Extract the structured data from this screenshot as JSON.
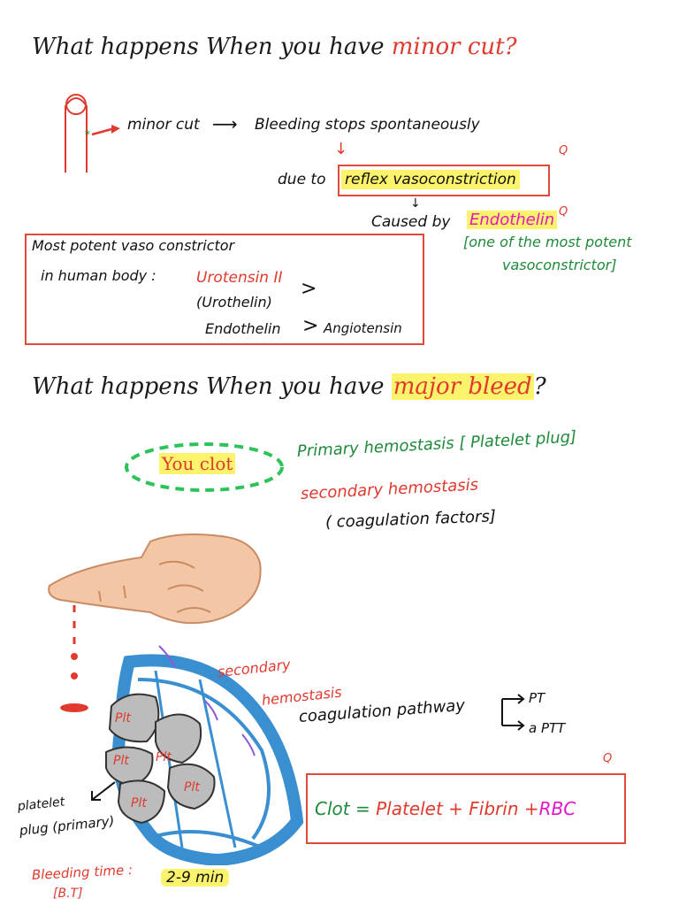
{
  "section1": {
    "heading_prefix": "What happens When you have ",
    "heading_highlight": "minor cut?",
    "minor_cut": "minor cut",
    "arrow": "⟶",
    "bleeding_stops": "Bleeding stops spontaneously",
    "down_arrow_1": "↓",
    "due_to": "due to",
    "reflex": "reflex vasoconstriction",
    "q_mark_1": "Q",
    "down_arrow_2": "↓",
    "caused_by": "Caused by",
    "endothelin": "Endothelin",
    "q_mark_2": "Q",
    "note_line1": "[one of the most potent",
    "note_line2": "vasoconstrictor]",
    "box_line1": "Most potent vaso constrictor",
    "box_line2": "in human body :",
    "urotensin": "Urotensin II",
    "gt1": ">",
    "urothelin": "(Urothelin)",
    "endothelin_cmp": "Endothelin",
    "gt2": ">",
    "angiotensin": "Angiotensin"
  },
  "section2": {
    "heading_prefix": "What happens When you have ",
    "heading_highlight": "major bleed",
    "heading_suffix": "?",
    "you_clot": "You clot",
    "primary": "Primary hemostasis [ Platelet plug]",
    "secondary": "secondary hemostasis",
    "coag_factors": "( coagulation factors]",
    "secondary2_line1": "secondary",
    "secondary2_line2": "hemostasis",
    "coag_pathway": "coagulation pathway",
    "pt": "PT",
    "aptt": "a PTT",
    "plt_labels": [
      "Plt",
      "Plt",
      "Plt",
      "Plt",
      "Plt"
    ],
    "platelet_plug_line1": "platelet",
    "platelet_plug_line2": "plug (primary)",
    "bleeding_time": "Bleeding time :",
    "bt": "[B.T]",
    "bt_value": "2-9 min",
    "q_mark_3": "Q",
    "clot_eq_prefix": "Clot = ",
    "platelet": "Platelet",
    "plus1": "+",
    "fibrin": "Fibrin",
    "plus2": "+",
    "rbc": "RBC"
  },
  "colors": {
    "red": "#e03a2e",
    "green": "#1f8a3a",
    "magenta": "#e316c7",
    "highlight": "#fbf36b",
    "blue": "#3a8fd1",
    "skin": "#f3c7a6"
  }
}
